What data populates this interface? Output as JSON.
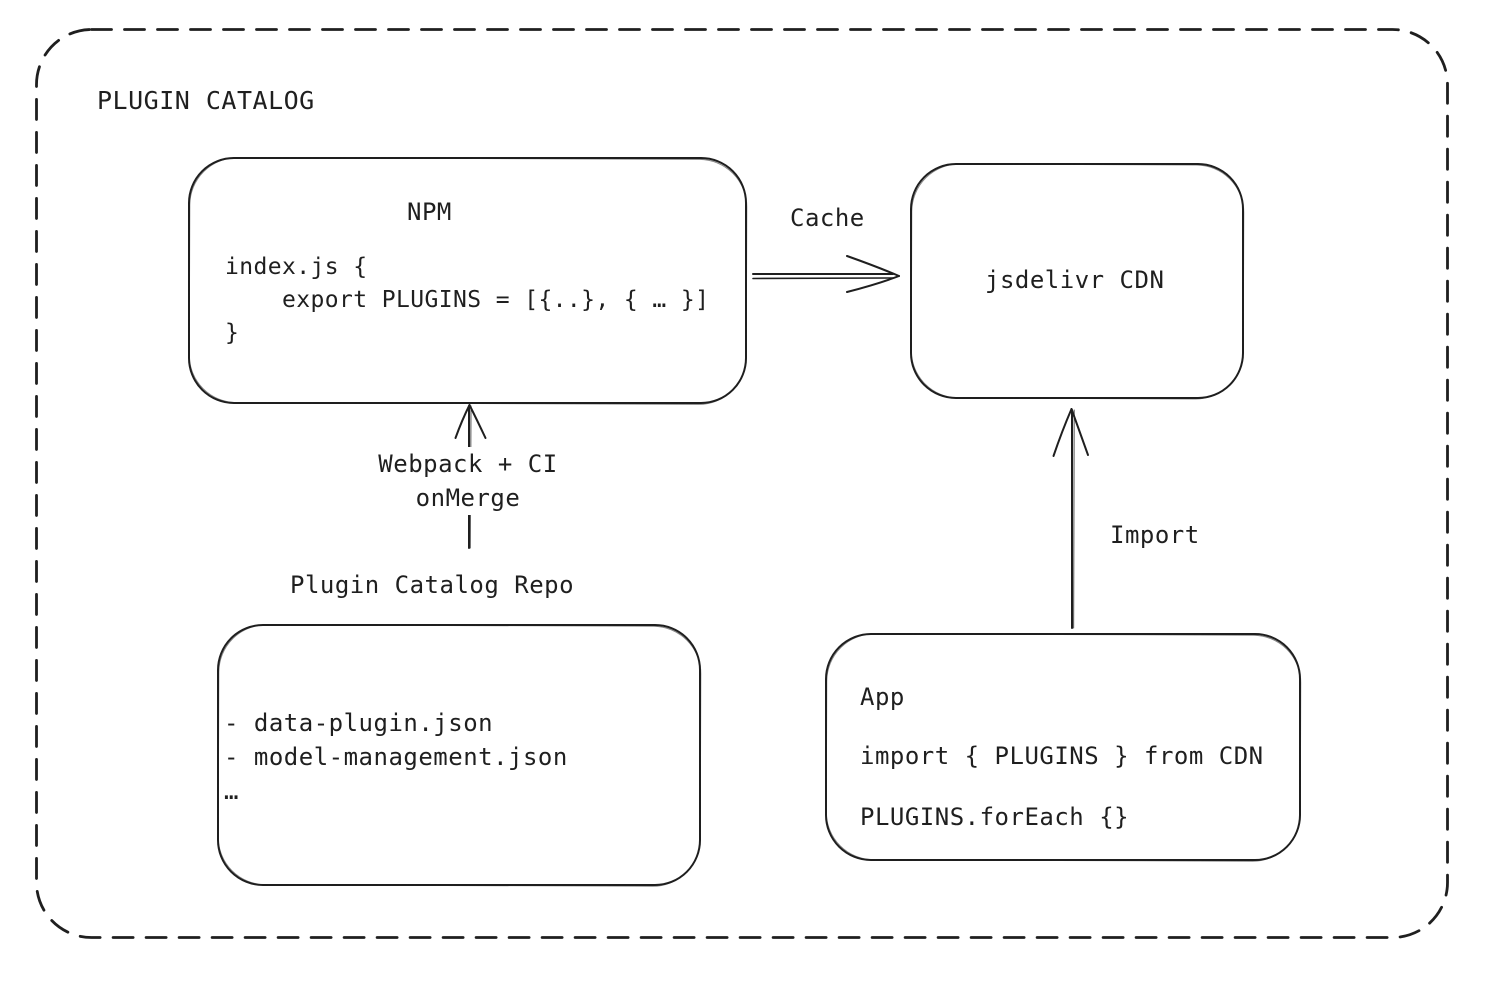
{
  "colors": {
    "ink": "#1f1f1f",
    "background": "#ffffff"
  },
  "frame": {
    "title": "PLUGIN CATALOG"
  },
  "nodes": {
    "npm": {
      "title": "NPM",
      "code": "index.js {\n    export PLUGINS = [{..}, { … }]\n}"
    },
    "cdn": {
      "label": "jsdelivr CDN"
    },
    "repo": {
      "label": "Plugin Catalog Repo",
      "files": [
        "- data-plugin.json",
        "- model-management.json",
        "…"
      ]
    },
    "app": {
      "title": "App",
      "code_lines": [
        "import { PLUGINS } from CDN",
        "PLUGINS.forEach {}"
      ]
    }
  },
  "edges": {
    "cache": {
      "label": "Cache",
      "from": "NPM",
      "to": "jsdelivr CDN"
    },
    "build": {
      "label_lines": [
        "Webpack + CI",
        "onMerge"
      ],
      "from": "Plugin Catalog Repo",
      "to": "NPM"
    },
    "import": {
      "label": "Import",
      "from": "App",
      "to": "jsdelivr CDN"
    }
  }
}
